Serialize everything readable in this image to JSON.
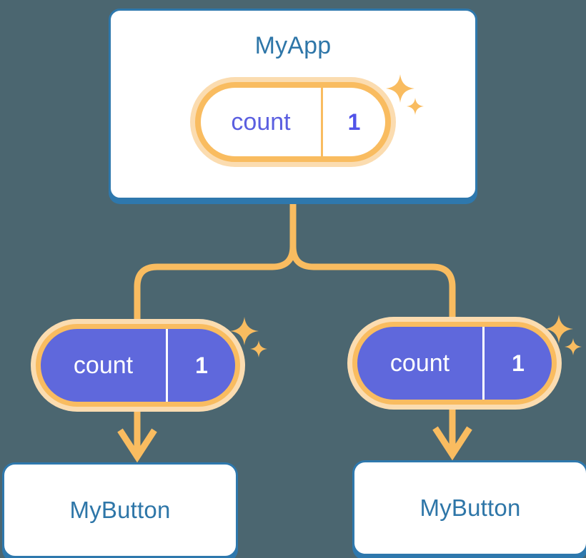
{
  "diagram": {
    "title_semantics": "react-state-prop-drilling-tree",
    "background_color": "#4b6670",
    "accent_blue": "#2e78ad",
    "accent_orange": "#f9bc60",
    "accent_orange_light": "#fbdcb0",
    "accent_purple": "#5f68dc",
    "text_purple": "#5b5fe0",
    "white": "#ffffff"
  },
  "root_component": {
    "name": "MyApp",
    "state": {
      "key": "count",
      "value": "1"
    },
    "sparkle_icon": "sparkles-icon"
  },
  "children": [
    {
      "id": "left",
      "state": {
        "key": "count",
        "value": "1"
      },
      "component": {
        "name": "MyButton"
      },
      "sparkle_icon": "sparkles-icon",
      "arrow_icon": "arrow-down-icon"
    },
    {
      "id": "right",
      "state": {
        "key": "count",
        "value": "1"
      },
      "component": {
        "name": "MyButton"
      },
      "sparkle_icon": "sparkles-icon",
      "arrow_icon": "arrow-down-icon"
    }
  ],
  "connectors": {
    "trunk_icon": "branch-connector-icon",
    "description": "vertical trunk from MyApp splitting into two branches"
  }
}
